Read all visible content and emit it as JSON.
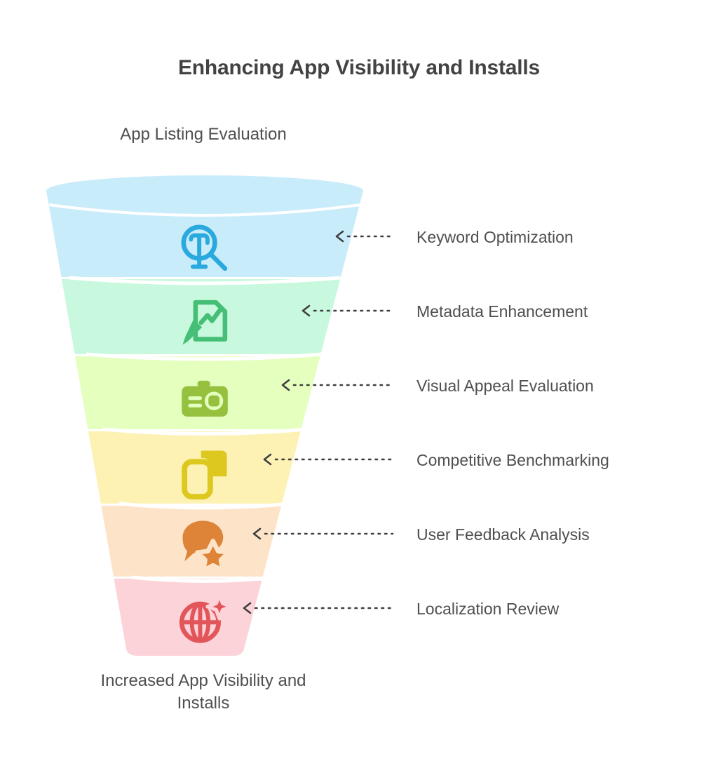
{
  "header": {
    "title": "Enhancing App Visibility and Installs"
  },
  "funnel": {
    "top_label": "App Listing Evaluation",
    "bottom_label_line1": "Increased App Visibility and",
    "bottom_label_line2": "Installs",
    "bottom_label": "Increased App Visibility and Installs",
    "stages": [
      {
        "label": "Keyword Optimization",
        "band_color": "#c9ecfb",
        "icon_color": "#29a9dd",
        "icon": "magnifier-text-icon"
      },
      {
        "label": "Metadata Enhancement",
        "band_color": "#c8f8de",
        "icon_color": "#45be76",
        "icon": "document-chart-pencil-icon"
      },
      {
        "label": "Visual Appeal Evaluation",
        "band_color": "#e4ffbe",
        "icon_color": "#96c13e",
        "icon": "camera-icon"
      },
      {
        "label": "Competitive Benchmarking",
        "band_color": "#fdf2b4",
        "icon_color": "#ddc81f",
        "icon": "compare-screens-icon"
      },
      {
        "label": "User Feedback Analysis",
        "band_color": "#fde3c8",
        "icon_color": "#de8438",
        "icon": "speech-bubble-star-icon"
      },
      {
        "label": "Localization Review",
        "band_color": "#fcd3d8",
        "icon_color": "#e2565a",
        "icon": "globe-sparkle-icon"
      }
    ]
  },
  "style": {
    "background": "#ffffff",
    "text_color": "#4f4f4f",
    "title_color": "#434343",
    "connector_color": "#3f3f3f"
  },
  "chart_data": {
    "type": "funnel",
    "title": "Enhancing App Visibility and Installs",
    "entry_label": "App Listing Evaluation",
    "exit_label": "Increased App Visibility and Installs",
    "stages": [
      {
        "name": "Keyword Optimization",
        "order": 1,
        "top_width": 452,
        "bottom_width": 318,
        "color": "#c9ecfb"
      },
      {
        "name": "Metadata Enhancement",
        "order": 2,
        "top_width": 318,
        "bottom_width": 272,
        "color": "#c8f8de"
      },
      {
        "name": "Visual Appeal Evaluation",
        "order": 3,
        "top_width": 272,
        "bottom_width": 226,
        "color": "#e4ffbe"
      },
      {
        "name": "Competitive Benchmarking",
        "order": 4,
        "top_width": 226,
        "bottom_width": 180,
        "color": "#fdf2b4"
      },
      {
        "name": "User Feedback Analysis",
        "order": 5,
        "top_width": 180,
        "bottom_width": 134,
        "color": "#fde3c8"
      },
      {
        "name": "Localization Review",
        "order": 6,
        "top_width": 134,
        "bottom_width": 104,
        "color": "#fcd3d8"
      }
    ],
    "orientation": "vertical",
    "legend": "none",
    "grid": false
  }
}
